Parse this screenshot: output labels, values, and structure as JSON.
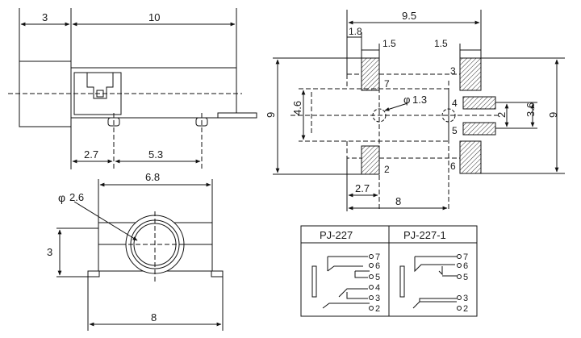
{
  "side_view": {
    "dims": {
      "tip_length": "3",
      "body_length": "10",
      "pin_a": "2.7",
      "pin_b": "5.3"
    }
  },
  "front_view": {
    "dims": {
      "hole_diameter": "2.6",
      "width": "6.8",
      "height": "3",
      "base_width": "8"
    },
    "phi_symbol": "φ"
  },
  "pcb_layout": {
    "dims": {
      "total_width": "9.5",
      "pad_left": "1.8",
      "pad_gap": "1.5",
      "pad_right": "1.5",
      "height_total_left": "9",
      "height_total_right": "9",
      "inner_height": "4.6",
      "hole_diameter": "1.3",
      "pad_spacing": "2",
      "pad_span": "3.6",
      "bottom_a": "2.7",
      "bottom_b": "8"
    },
    "pins": [
      "7",
      "3",
      "4",
      "5",
      "2",
      "6"
    ]
  },
  "schematics": {
    "models": [
      "PJ-227",
      "PJ-227-1"
    ],
    "left_pins": [
      "7",
      "6",
      "5",
      "4",
      "3",
      "2"
    ],
    "right_pins": [
      "7",
      "6",
      "5",
      "3",
      "2"
    ]
  }
}
